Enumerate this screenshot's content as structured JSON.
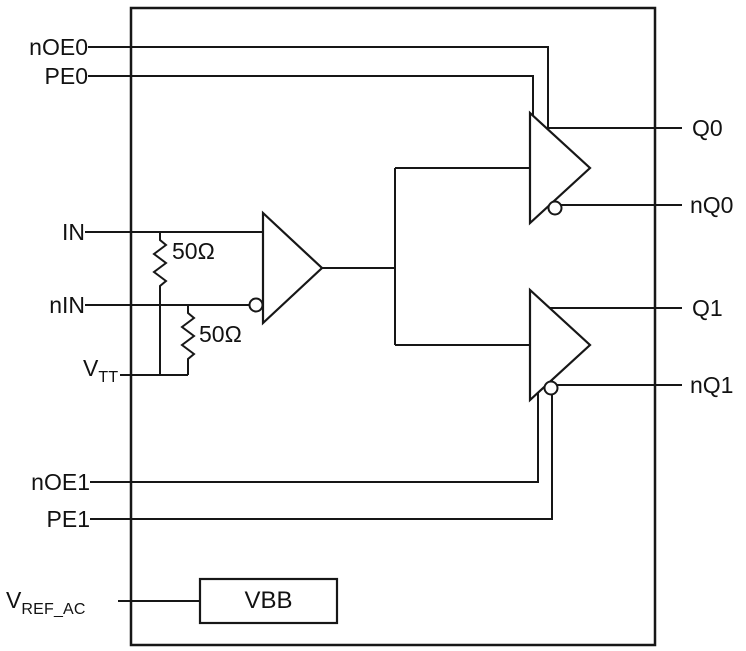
{
  "diagram": {
    "left_pins": {
      "noe0": "nOE0",
      "pe0": "PE0",
      "in": "IN",
      "nin": "nIN",
      "vtt": {
        "main": "V",
        "sub": "TT"
      },
      "noe1": "nOE1",
      "pe1": "PE1",
      "vref_ac": {
        "main": "V",
        "sub": "REF_AC"
      }
    },
    "right_pins": {
      "q0": "Q0",
      "nq0": "nQ0",
      "q1": "Q1",
      "nq1": "nQ1"
    },
    "resistors": {
      "r_in": "50Ω",
      "r_nin": "50Ω"
    },
    "vbb_block": "VBB"
  }
}
